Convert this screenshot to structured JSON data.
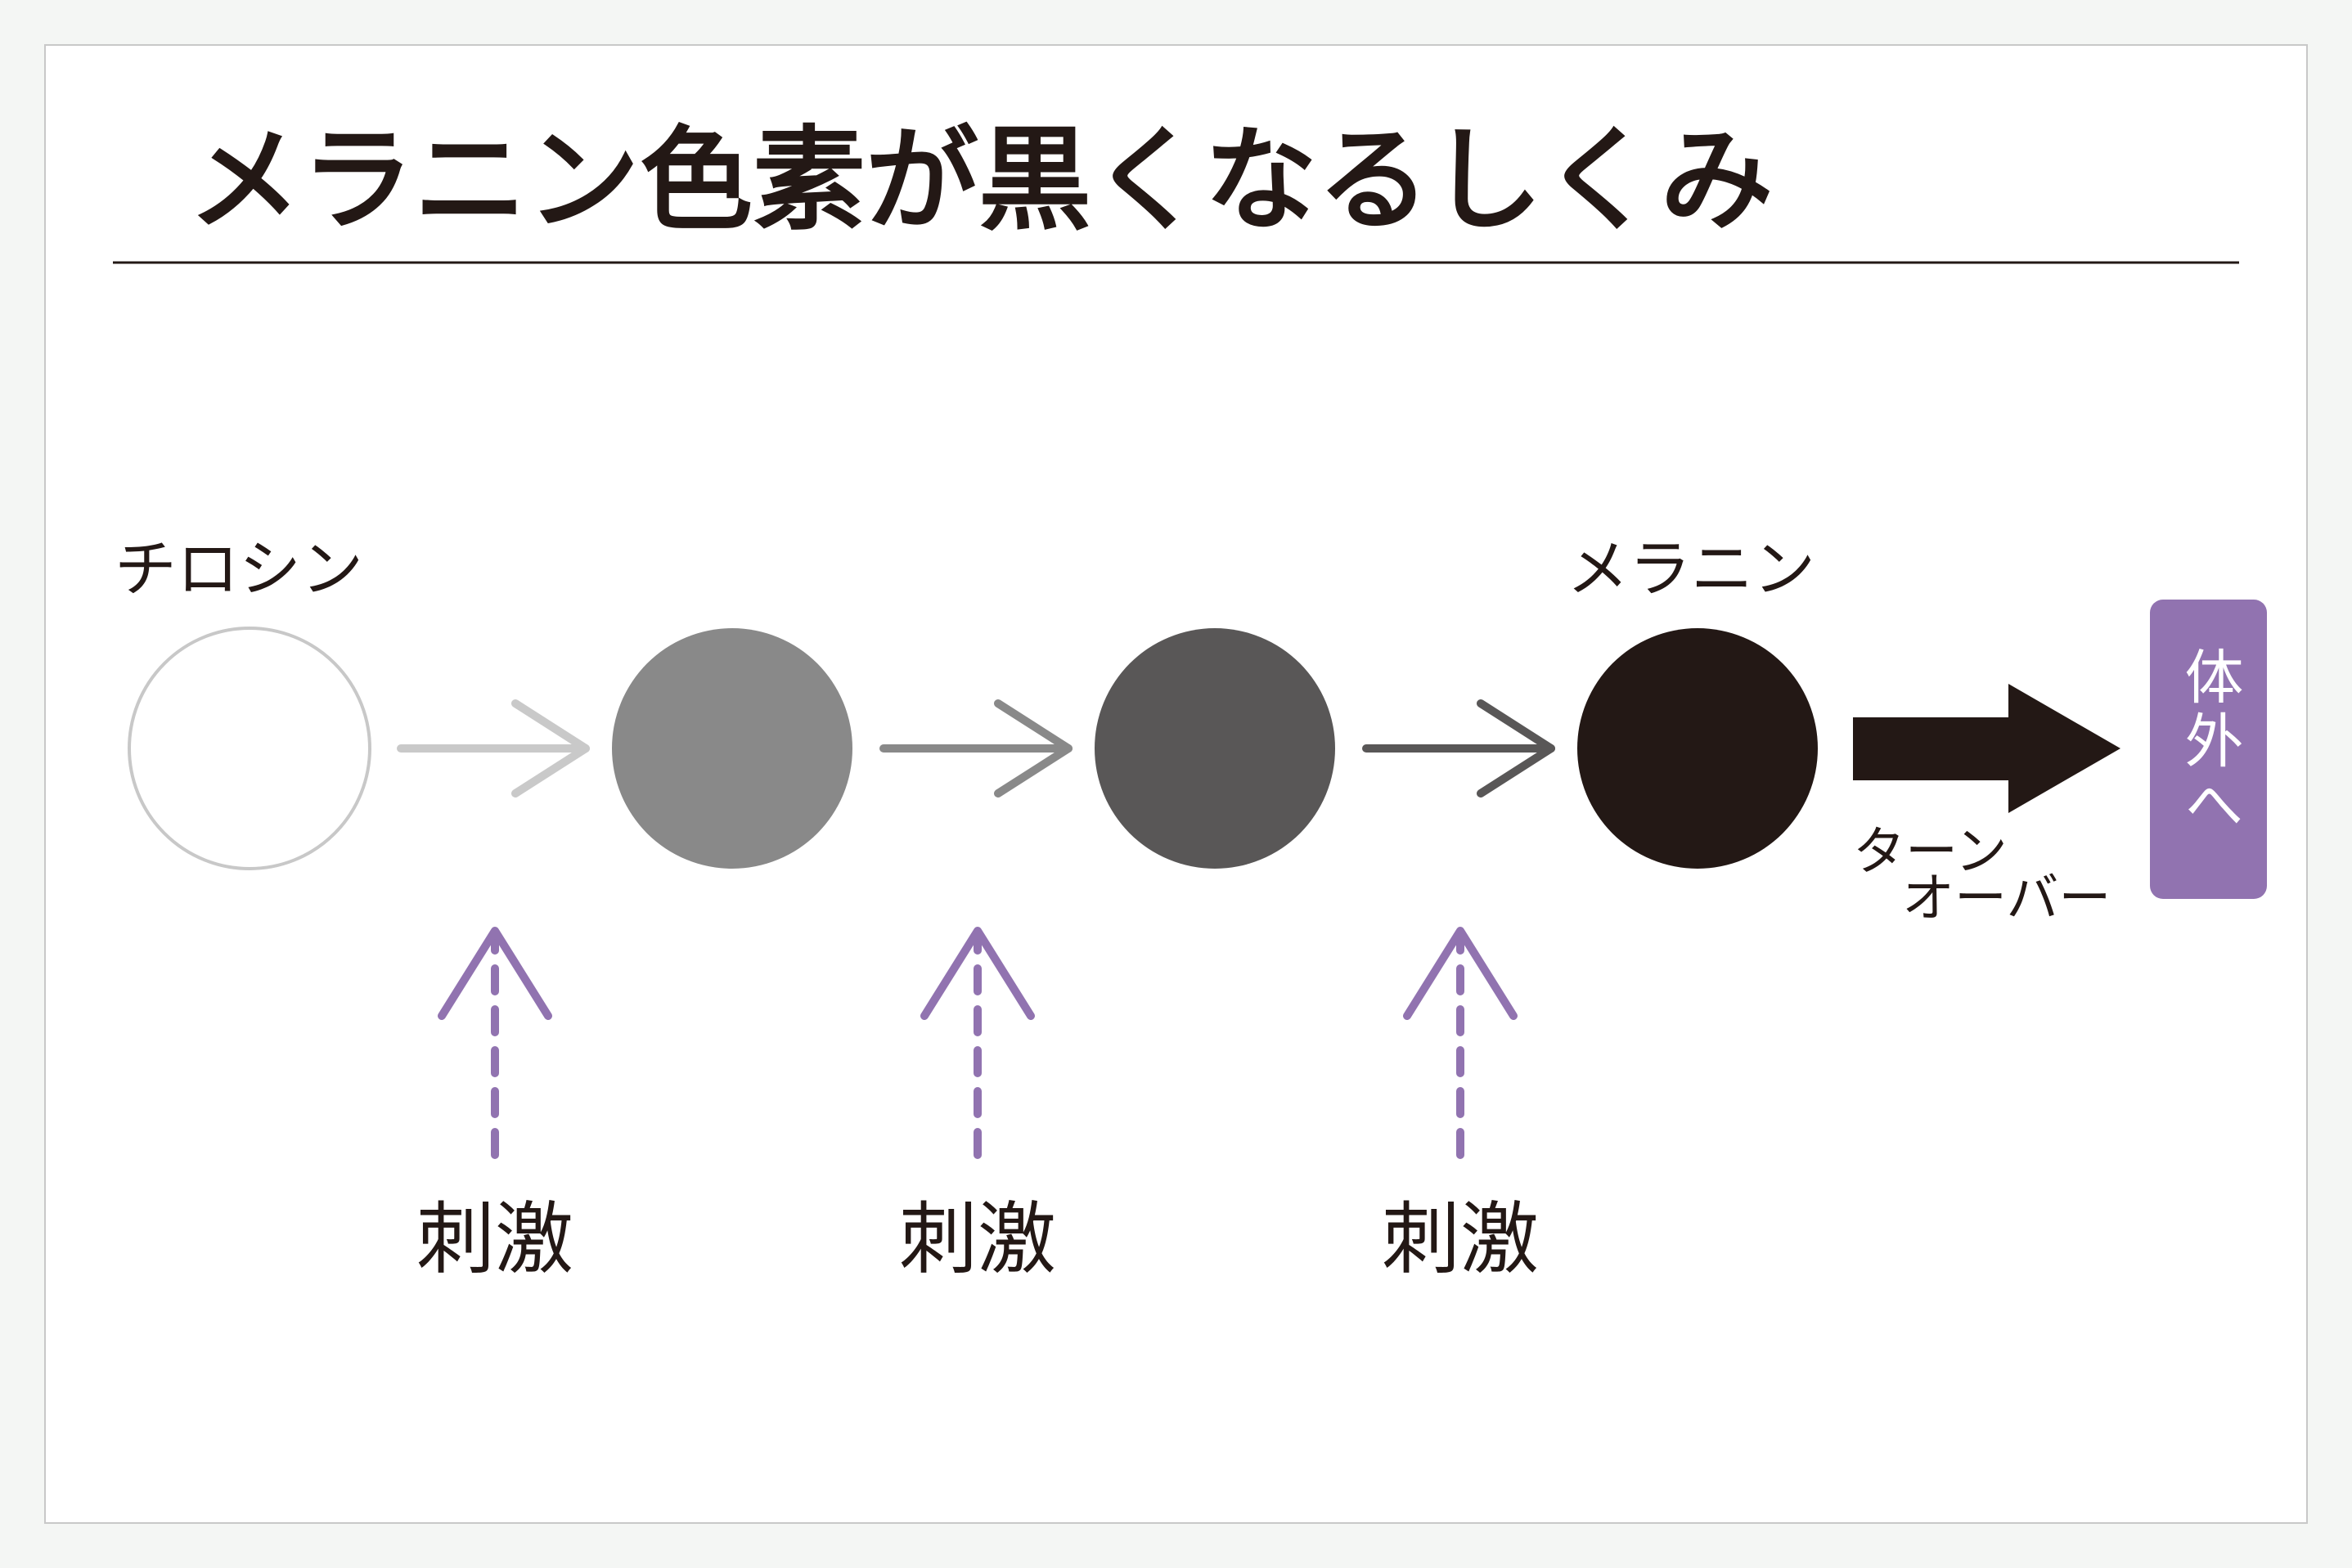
{
  "title": "メラニン色素が黒くなるしくみ",
  "labels": {
    "tyrosine": "チロシン",
    "melanin": "メラニン",
    "turnover_line1": "ターン",
    "turnover_line2": "オーバー",
    "out_of_body": "体外へ"
  },
  "stimuli": [
    "刺激",
    "刺激",
    "刺激"
  ],
  "stages": [
    {
      "name": "tyrosine-circle",
      "fill": "#ffffff",
      "stroke": "#c8c8c8"
    },
    {
      "name": "stage-2-circle",
      "fill": "#898989",
      "stroke": "none"
    },
    {
      "name": "stage-3-circle",
      "fill": "#595757",
      "stroke": "none"
    },
    {
      "name": "melanin-circle",
      "fill": "#231815",
      "stroke": "none"
    }
  ],
  "arrow_colors": [
    "#c9c9c9",
    "#898989",
    "#595757"
  ],
  "colors": {
    "accent": "#9173b0",
    "ink": "#231815",
    "frame": "#c8c8c8",
    "rule": "#231815",
    "background": "#f4f6f4",
    "panel": "#ffffff"
  }
}
